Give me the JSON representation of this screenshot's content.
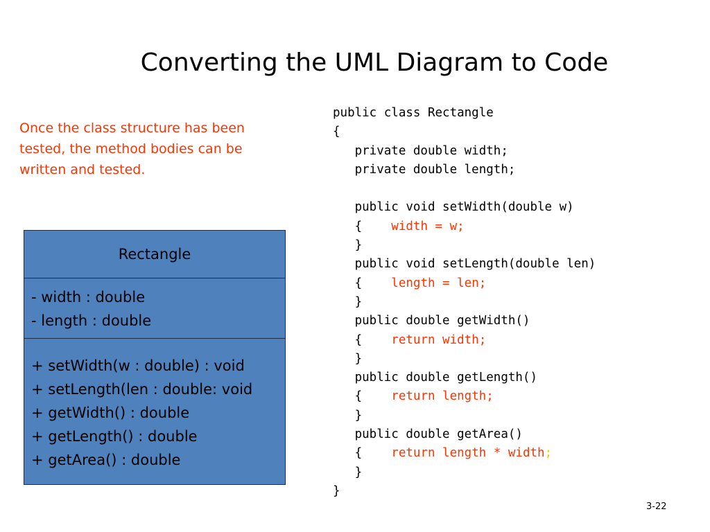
{
  "title": "Converting the UML Diagram to Code",
  "intro": "Once the class structure has been tested, the method bodies can be written and tested.",
  "uml": {
    "class_name": "Rectangle",
    "attributes": [
      "- width : double",
      "- length : double"
    ],
    "methods": [
      "+ setWidth(w : double) : void",
      "+ setLength(len : double: void",
      "+ getWidth() : double",
      "+ getLength() : double",
      "+ getArea() : double"
    ]
  },
  "code": {
    "l1": "public class Rectangle",
    "l2": "{",
    "l3": "   private double width;",
    "l4": "   private double length;",
    "l5": "",
    "l6": "   public void setWidth(double w)",
    "l7": {
      "prefix": "   {    ",
      "body": "width = w;"
    },
    "l8": "   }",
    "l9": "   public void setLength(double len)",
    "l10": {
      "prefix": "   {    ",
      "body": "length = len;"
    },
    "l11": "   }",
    "l12": "   public double getWidth()",
    "l13": {
      "prefix": "   {    ",
      "body": "return width;"
    },
    "l14": "   }",
    "l15": "   public double getLength()",
    "l16": {
      "prefix": "   {    ",
      "body": "return length;"
    },
    "l17": "   }",
    "l18": "   public double getArea()",
    "l19": {
      "prefix": "   {    ",
      "body": "return length * width",
      "suffix": ";"
    },
    "l20": "   }",
    "l21": "}"
  },
  "page_number": "3-22",
  "colors": {
    "accent_red": "#ff3300",
    "uml_fill": "#4f81bd",
    "semicolon_gold": "#ffc000"
  }
}
